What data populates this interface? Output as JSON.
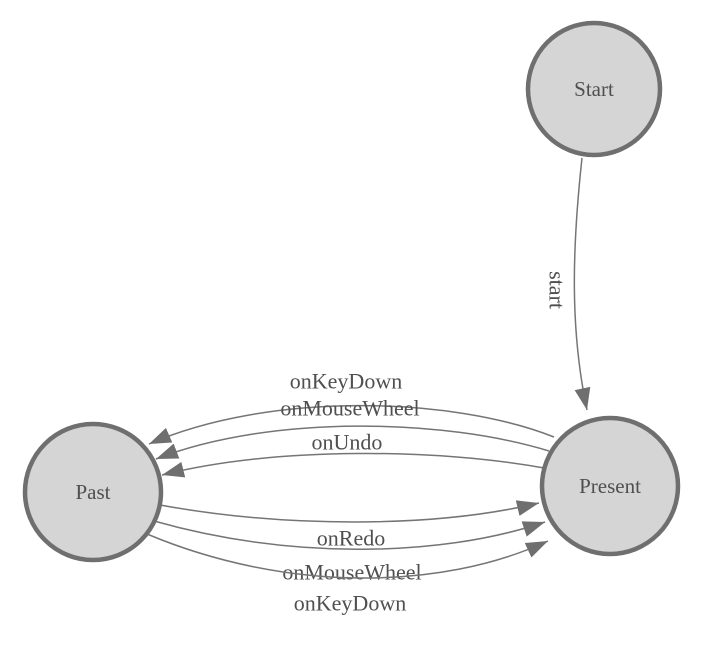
{
  "diagram": {
    "title": "undo-redo state machine diagram",
    "colors": {
      "background": "#ffffff",
      "node_fill": "#d5d5d5",
      "node_stroke": "#6f6f6f",
      "edge_stroke": "#757575",
      "arrowhead_fill": "#6f6f6f",
      "label_text": "#4f4f4f"
    },
    "nodes": [
      {
        "id": "start",
        "label": "Start"
      },
      {
        "id": "present",
        "label": "Present"
      },
      {
        "id": "past",
        "label": "Past"
      }
    ],
    "edges": [
      {
        "label": "start",
        "from": "Start",
        "to": "Present",
        "position": "vertical"
      },
      {
        "label": "onKeyDown",
        "from": "Present",
        "to": "Past",
        "position": "top-outer"
      },
      {
        "label": "onMouseWheel",
        "from": "Present",
        "to": "Past",
        "position": "top-middle"
      },
      {
        "label": "onUndo",
        "from": "Present",
        "to": "Past",
        "position": "top-inner"
      },
      {
        "label": "onRedo",
        "from": "Past",
        "to": "Present",
        "position": "bottom-inner"
      },
      {
        "label": "onMouseWheel",
        "from": "Past",
        "to": "Present",
        "position": "bottom-middle"
      },
      {
        "label": "onKeyDown",
        "from": "Past",
        "to": "Present",
        "position": "bottom-outer"
      }
    ]
  }
}
